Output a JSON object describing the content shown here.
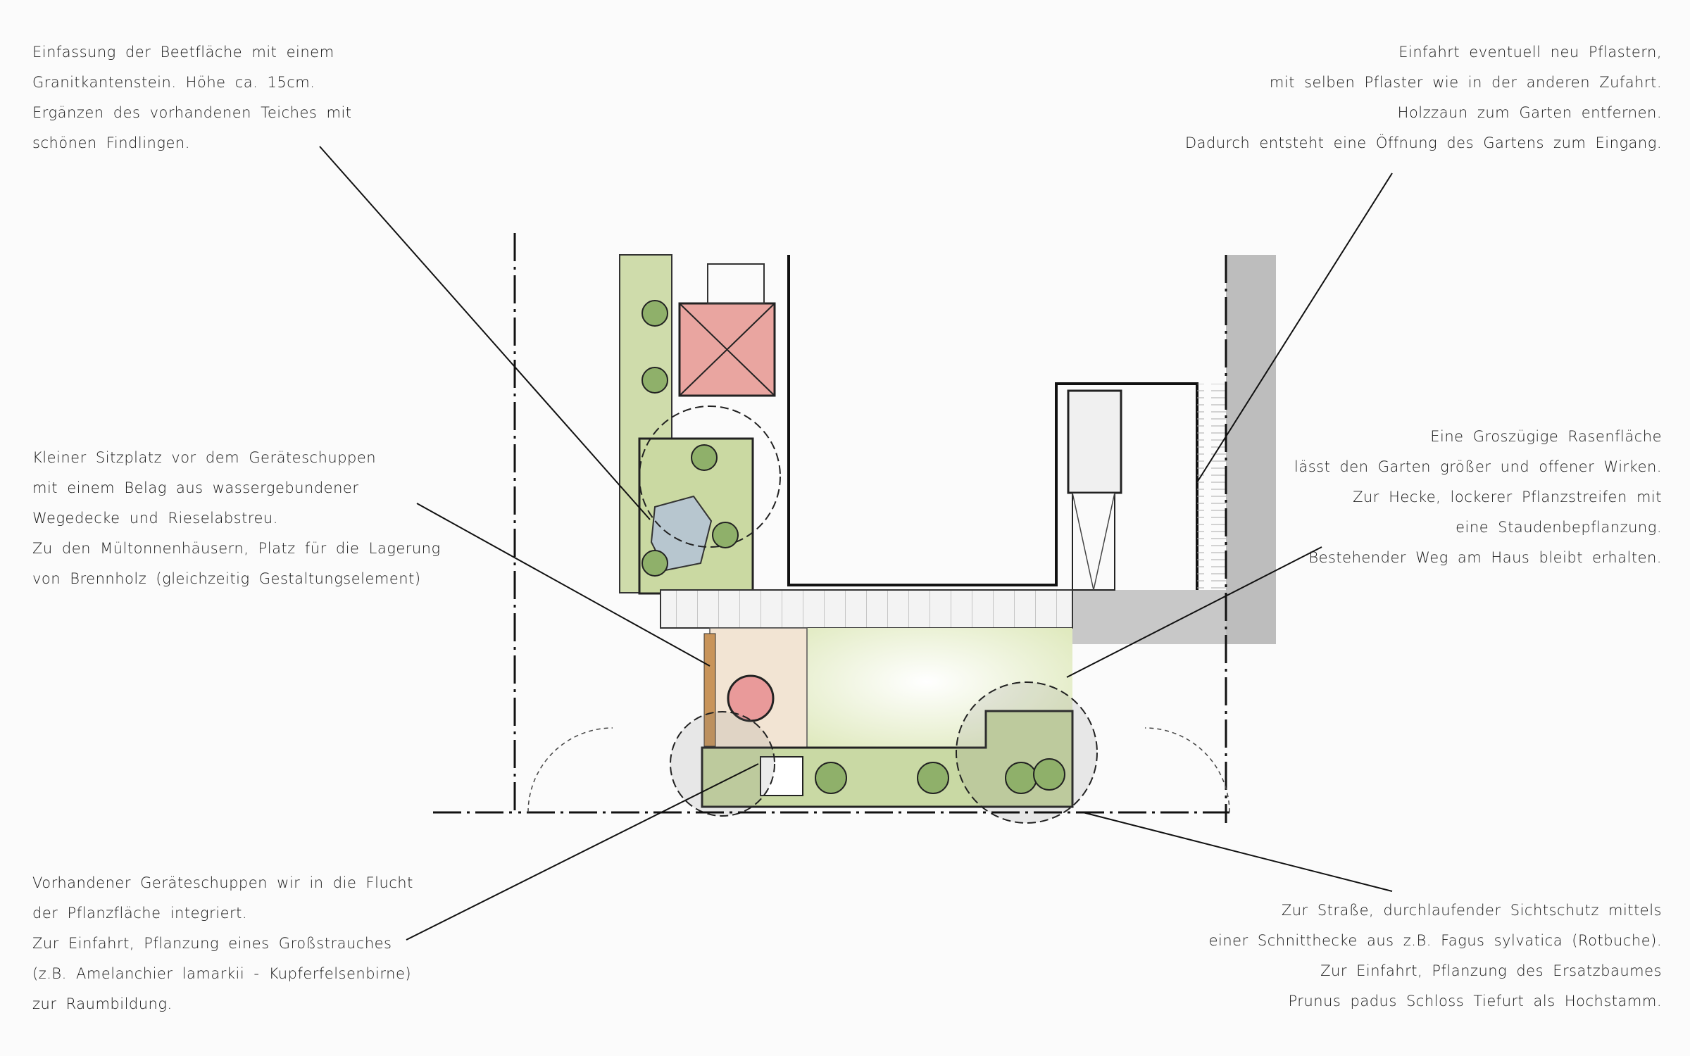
{
  "notes": {
    "top_left": [
      "Einfassung der Beetfläche mit einem",
      "Granitkantenstein. Höhe ca. 15cm.",
      "Ergänzen des vorhandenen Teiches mit",
      "schönen Findlingen."
    ],
    "top_right": [
      "Einfahrt eventuell neu Pflastern,",
      "mit selben Pflaster wie in der anderen Zufahrt.",
      "Holzzaun zum Garten entfernen.",
      "Dadurch entsteht eine Öffnung des Gartens zum Eingang."
    ],
    "mid_left": [
      "Kleiner Sitzplatz vor dem Geräteschuppen",
      "mit einem Belag aus wassergebundener",
      "Wegedecke und Rieselabstreu.",
      "Zu den Mültonnenhäusern, Platz für die Lagerung",
      "von Brennholz (gleichzeitig Gestaltungselement)"
    ],
    "mid_right": [
      "Eine Groszügige Rasenfläche",
      "lässt den Garten größer und offener Wirken.",
      "Zur Hecke, lockerer Pflanzstreifen mit",
      "eine Staudenbepflanzung.",
      "Bestehender Weg am Haus bleibt erhalten."
    ],
    "bottom_left": [
      "Vorhandener Geräteschuppen wir in die Flucht",
      "der Pflanzfläche integriert.",
      "Zur Einfahrt, Pflanzung eines Großstrauches",
      "(z.B. Amelanchier lamarkii - Kupferfelsenbirne)",
      "zur Raumbildung."
    ],
    "bottom_right": [
      "Zur Straße, durchlaufender Sichtschutz mittels",
      "einer Schnitthecke aus z.B. Fagus sylvatica (Rotbuche).",
      "Zur Einfahrt, Pflanzung des Ersatzbaumes",
      "Prunus padus Schloss Tiefurt als Hochstamm."
    ]
  },
  "colors": {
    "bed": "#c9d9a4",
    "lawn": "#eef3d8",
    "shed": "#e8a6a0",
    "terrace": "#f1e2d0",
    "shadow": "#b9b9b9",
    "line": "#111111"
  }
}
